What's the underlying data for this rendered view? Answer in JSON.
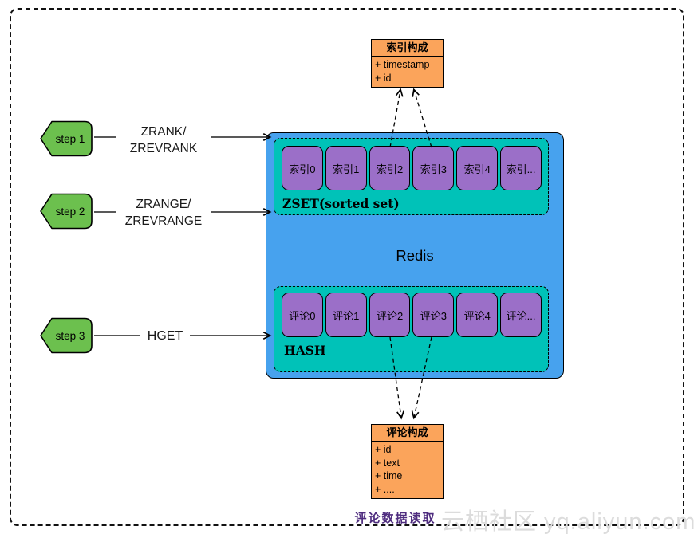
{
  "index_box": {
    "title": "索引构成",
    "fields": [
      "+ timestamp",
      "+ id"
    ]
  },
  "comment_box": {
    "title": "评论构成",
    "fields": [
      "+ id",
      "+ text",
      "+ time",
      "+ ...."
    ]
  },
  "steps": [
    {
      "label": "step 1",
      "command_lines": [
        "ZRANK/",
        "ZREVRANK"
      ]
    },
    {
      "label": "step 2",
      "command_lines": [
        "ZRANGE/",
        "ZREVRANGE"
      ]
    },
    {
      "label": "step 3",
      "command_lines": [
        "HGET"
      ]
    }
  ],
  "redis": {
    "label": "Redis",
    "zset": {
      "label": "ZSET(sorted set)",
      "cells": [
        "索引0",
        "索引1",
        "索引2",
        "索引3",
        "索引4",
        "索引..."
      ]
    },
    "hash": {
      "label": "HASH",
      "cells": [
        "评论0",
        "评论1",
        "评论2",
        "评论3",
        "评论4",
        "评论..."
      ]
    }
  },
  "caption": "评论数据读取",
  "watermark": "云栖社区 yq.aliyun.com",
  "colors": {
    "blue": "#47A2EE",
    "teal": "#00C2B8",
    "purple": "#9B6FC8",
    "green": "#6CC04E",
    "orange": "#FBA45B",
    "caption-purple": "#4F2D7F"
  }
}
